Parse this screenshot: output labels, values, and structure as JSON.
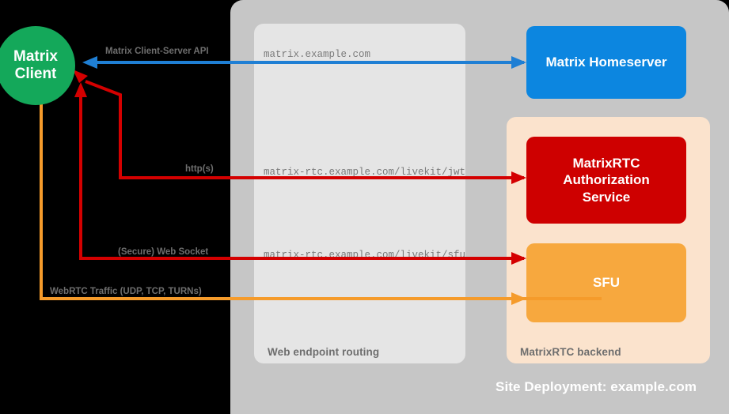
{
  "site": {
    "panel_label": "Site Deployment: example.com",
    "bg_color": "#c6c6c6"
  },
  "web_routing": {
    "panel_label": "Web endpoint routing",
    "bg_color": "#e5e5e5",
    "endpoints": [
      {
        "name": "matrix-endpoint",
        "url": "matrix.example.com"
      },
      {
        "name": "livekit-jwt-endpoint",
        "url": "matrix-rtc.example.com/livekit/jwt"
      },
      {
        "name": "livekit-sfu-endpoint",
        "url": "matrix-rtc.example.com/livekit/sfu"
      }
    ]
  },
  "rtc_backend": {
    "panel_label": "MatrixRTC backend",
    "bg_color": "#fbe3cd"
  },
  "nodes": {
    "client": {
      "label": "Matrix\nClient",
      "line1": "Matrix",
      "line2": "Client",
      "color": "#14a85a"
    },
    "homeserver": {
      "label": "Matrix Homeserver",
      "color": "#0c86e0"
    },
    "auth_service": {
      "line1": "MatrixRTC",
      "line2": "Authorization",
      "line3": "Service",
      "color": "#ce0000"
    },
    "sfu": {
      "label": "SFU",
      "color": "#f7a83e"
    }
  },
  "connections": [
    {
      "name": "matrix-client-server-api",
      "label": "Matrix Client-Server API",
      "color": "#1f7fd4",
      "from": "homeserver",
      "to": "client"
    },
    {
      "name": "https-jwt",
      "label": "http(s)",
      "color": "#d40000",
      "from": "auth-service",
      "to": "client"
    },
    {
      "name": "secure-web-socket",
      "label": "(Secure) Web Socket",
      "color": "#d40000",
      "from": "sfu",
      "to": "client"
    },
    {
      "name": "webrtc-traffic",
      "label": "WebRTC Traffic (UDP, TCP, TURNs)",
      "color": "#f59b2b",
      "from": "sfu",
      "to": "client"
    }
  ]
}
